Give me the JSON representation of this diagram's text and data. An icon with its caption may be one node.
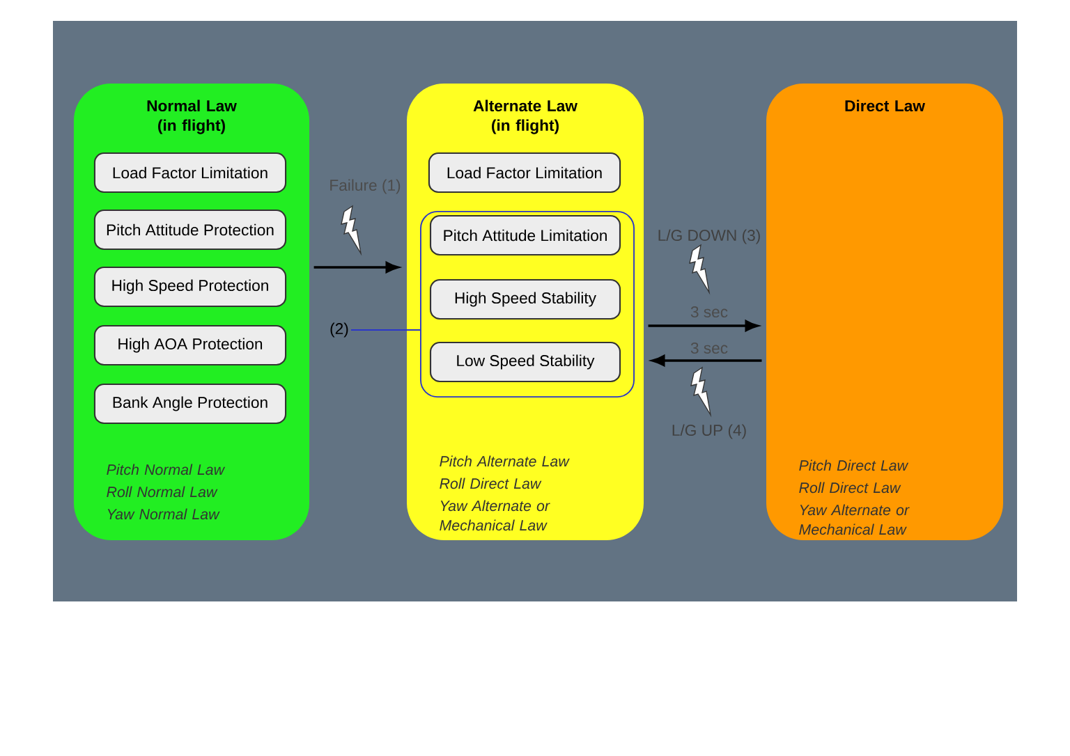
{
  "diagram": {
    "nodes": [
      {
        "text": [
          "Normal Law (in flight)",
          "Pitch Normal Law",
          "Roll Normal Law",
          "Yaw Normal Law"
        ]
      },
      {
        "text": [
          "Load Factor Limitation"
        ],
        "in": 0
      },
      {
        "text": [
          "Pitch Attitude Protection"
        ],
        "in": 0
      },
      {
        "text": [
          "High Speed Protection"
        ],
        "in": 0
      },
      {
        "text": [
          "High AOA Protection"
        ],
        "in": 0
      },
      {
        "text": [
          "Bank Angle Protection"
        ],
        "in": 0
      },
      {
        "text": [
          "Alternate Law (in flight)",
          "Pitch Alternate Law",
          "Roll Direct Law",
          "Yaw Alternate or Mechanical Law"
        ]
      },
      {
        "text": [
          "Load Factor Limitation"
        ],
        "in": 6
      },
      {
        "text": [],
        "shape": "box",
        "in": 6
      },
      {
        "text": [
          "Pitch Attitude Limitation"
        ],
        "in": 8
      },
      {
        "text": [
          "High Speed Stability"
        ],
        "in": 8
      },
      {
        "text": [
          "Low Speed Stability"
        ],
        "in": 8
      },
      {
        "text": [
          "Direct Law",
          "Pitch Direct Law",
          "Roll Direct Law",
          "Yaw Alternate or Mechanical Law"
        ]
      },
      {
        "text": [
          "(2)"
        ]
      }
    ],
    "edges": [
      {
        "from": 0,
        "to": 6,
        "arrow": "to",
        "label": "Failure (1)"
      },
      {
        "from": 6,
        "to": 12,
        "arrow": "to",
        "label": "3 sec"
      },
      {
        "from": 12,
        "to": 6,
        "arrow": "to",
        "label": "3 sec"
      },
      {
        "from": 13,
        "to": 8,
        "arrow": "none",
        "color": "#2a36c8"
      }
    ],
    "labels": [
      "L/G DOWN (3)",
      "L/G UP (4)"
    ]
  }
}
